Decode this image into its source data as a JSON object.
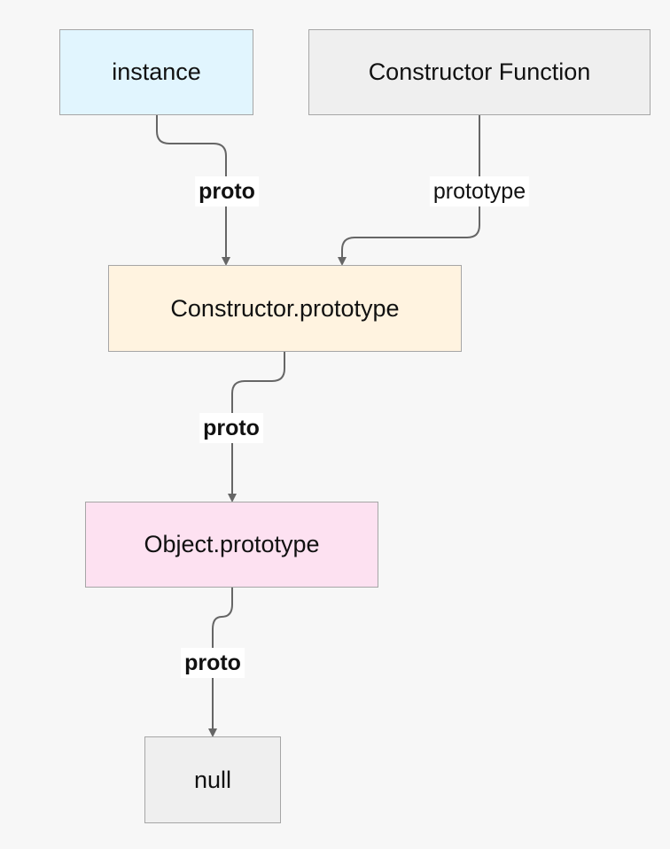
{
  "nodes": {
    "instance": {
      "label": "instance",
      "fill": "#e1f5fe"
    },
    "constructor_function": {
      "label": "Constructor Function",
      "fill": "#efefef"
    },
    "constructor_prototype": {
      "label": "Constructor.prototype",
      "fill": "#fff3e0"
    },
    "object_prototype": {
      "label": "Object.prototype",
      "fill": "#fde1f1"
    },
    "null": {
      "label": "null",
      "fill": "#efefef"
    }
  },
  "edges": {
    "instance_to_constructor_prototype": {
      "label": "proto",
      "bold": true
    },
    "constructor_function_to_constructor_prototype": {
      "label": "prototype",
      "bold": false
    },
    "constructor_prototype_to_object_prototype": {
      "label": "proto",
      "bold": true
    },
    "object_prototype_to_null": {
      "label": "proto",
      "bold": true
    }
  },
  "colors": {
    "background": "#f7f7f7",
    "node_border": "#a6a6a6",
    "edge_stroke": "#666666",
    "label_background": "#ffffff"
  }
}
